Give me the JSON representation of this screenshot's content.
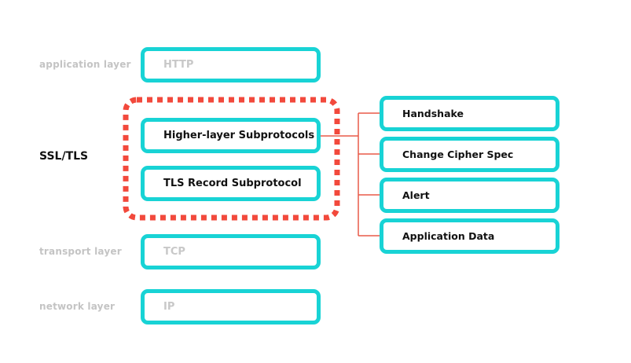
{
  "layers": {
    "application": "application layer",
    "ssl_tls": "SSL/TLS",
    "transport": "transport layer",
    "network": "network layer"
  },
  "stack": {
    "http": "HTTP",
    "higher_layer": "Higher-layer Subprotocols",
    "record": "TLS Record Subprotocol",
    "tcp": "TCP",
    "ip": "IP"
  },
  "subprotocols": [
    "Handshake",
    "Change Cipher Spec",
    "Alert",
    "Application Data"
  ],
  "colors": {
    "box_border": "#18d3d5",
    "dashed_group": "#f2493c",
    "connector": "#e85a48",
    "dim_text": "#c4c4c4",
    "dark_text": "#111111"
  }
}
